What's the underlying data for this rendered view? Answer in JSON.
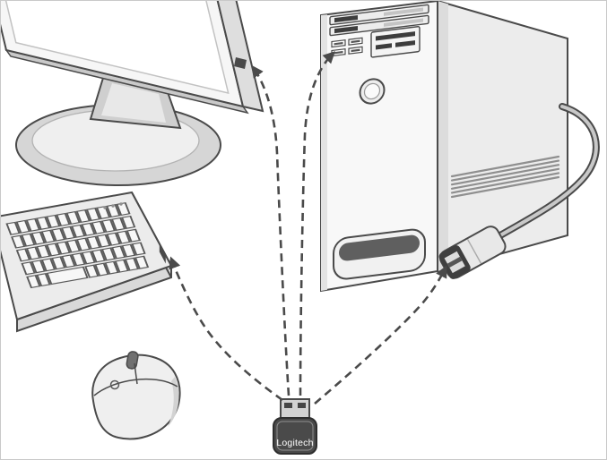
{
  "illustration": {
    "receiver": {
      "label": "Logitech"
    },
    "parts": [
      "monitor",
      "desktop-tower",
      "keyboard",
      "wireless-mouse",
      "usb-receiver",
      "usb-extender-stand",
      "usb-extension-cable"
    ],
    "connections": [
      {
        "from": "usb-receiver",
        "to": "monitor-usb-port"
      },
      {
        "from": "usb-receiver",
        "to": "tower-front-usb-port"
      },
      {
        "from": "usb-receiver",
        "to": "keyboard-usb-port"
      },
      {
        "from": "usb-receiver",
        "to": "usb-extender-port"
      }
    ],
    "colors": {
      "outline": "#4a4a4a",
      "fill_light": "#f2f2f2",
      "fill_mid": "#dcdcdc",
      "fill_dark": "#454545",
      "background": "#ffffff"
    }
  }
}
